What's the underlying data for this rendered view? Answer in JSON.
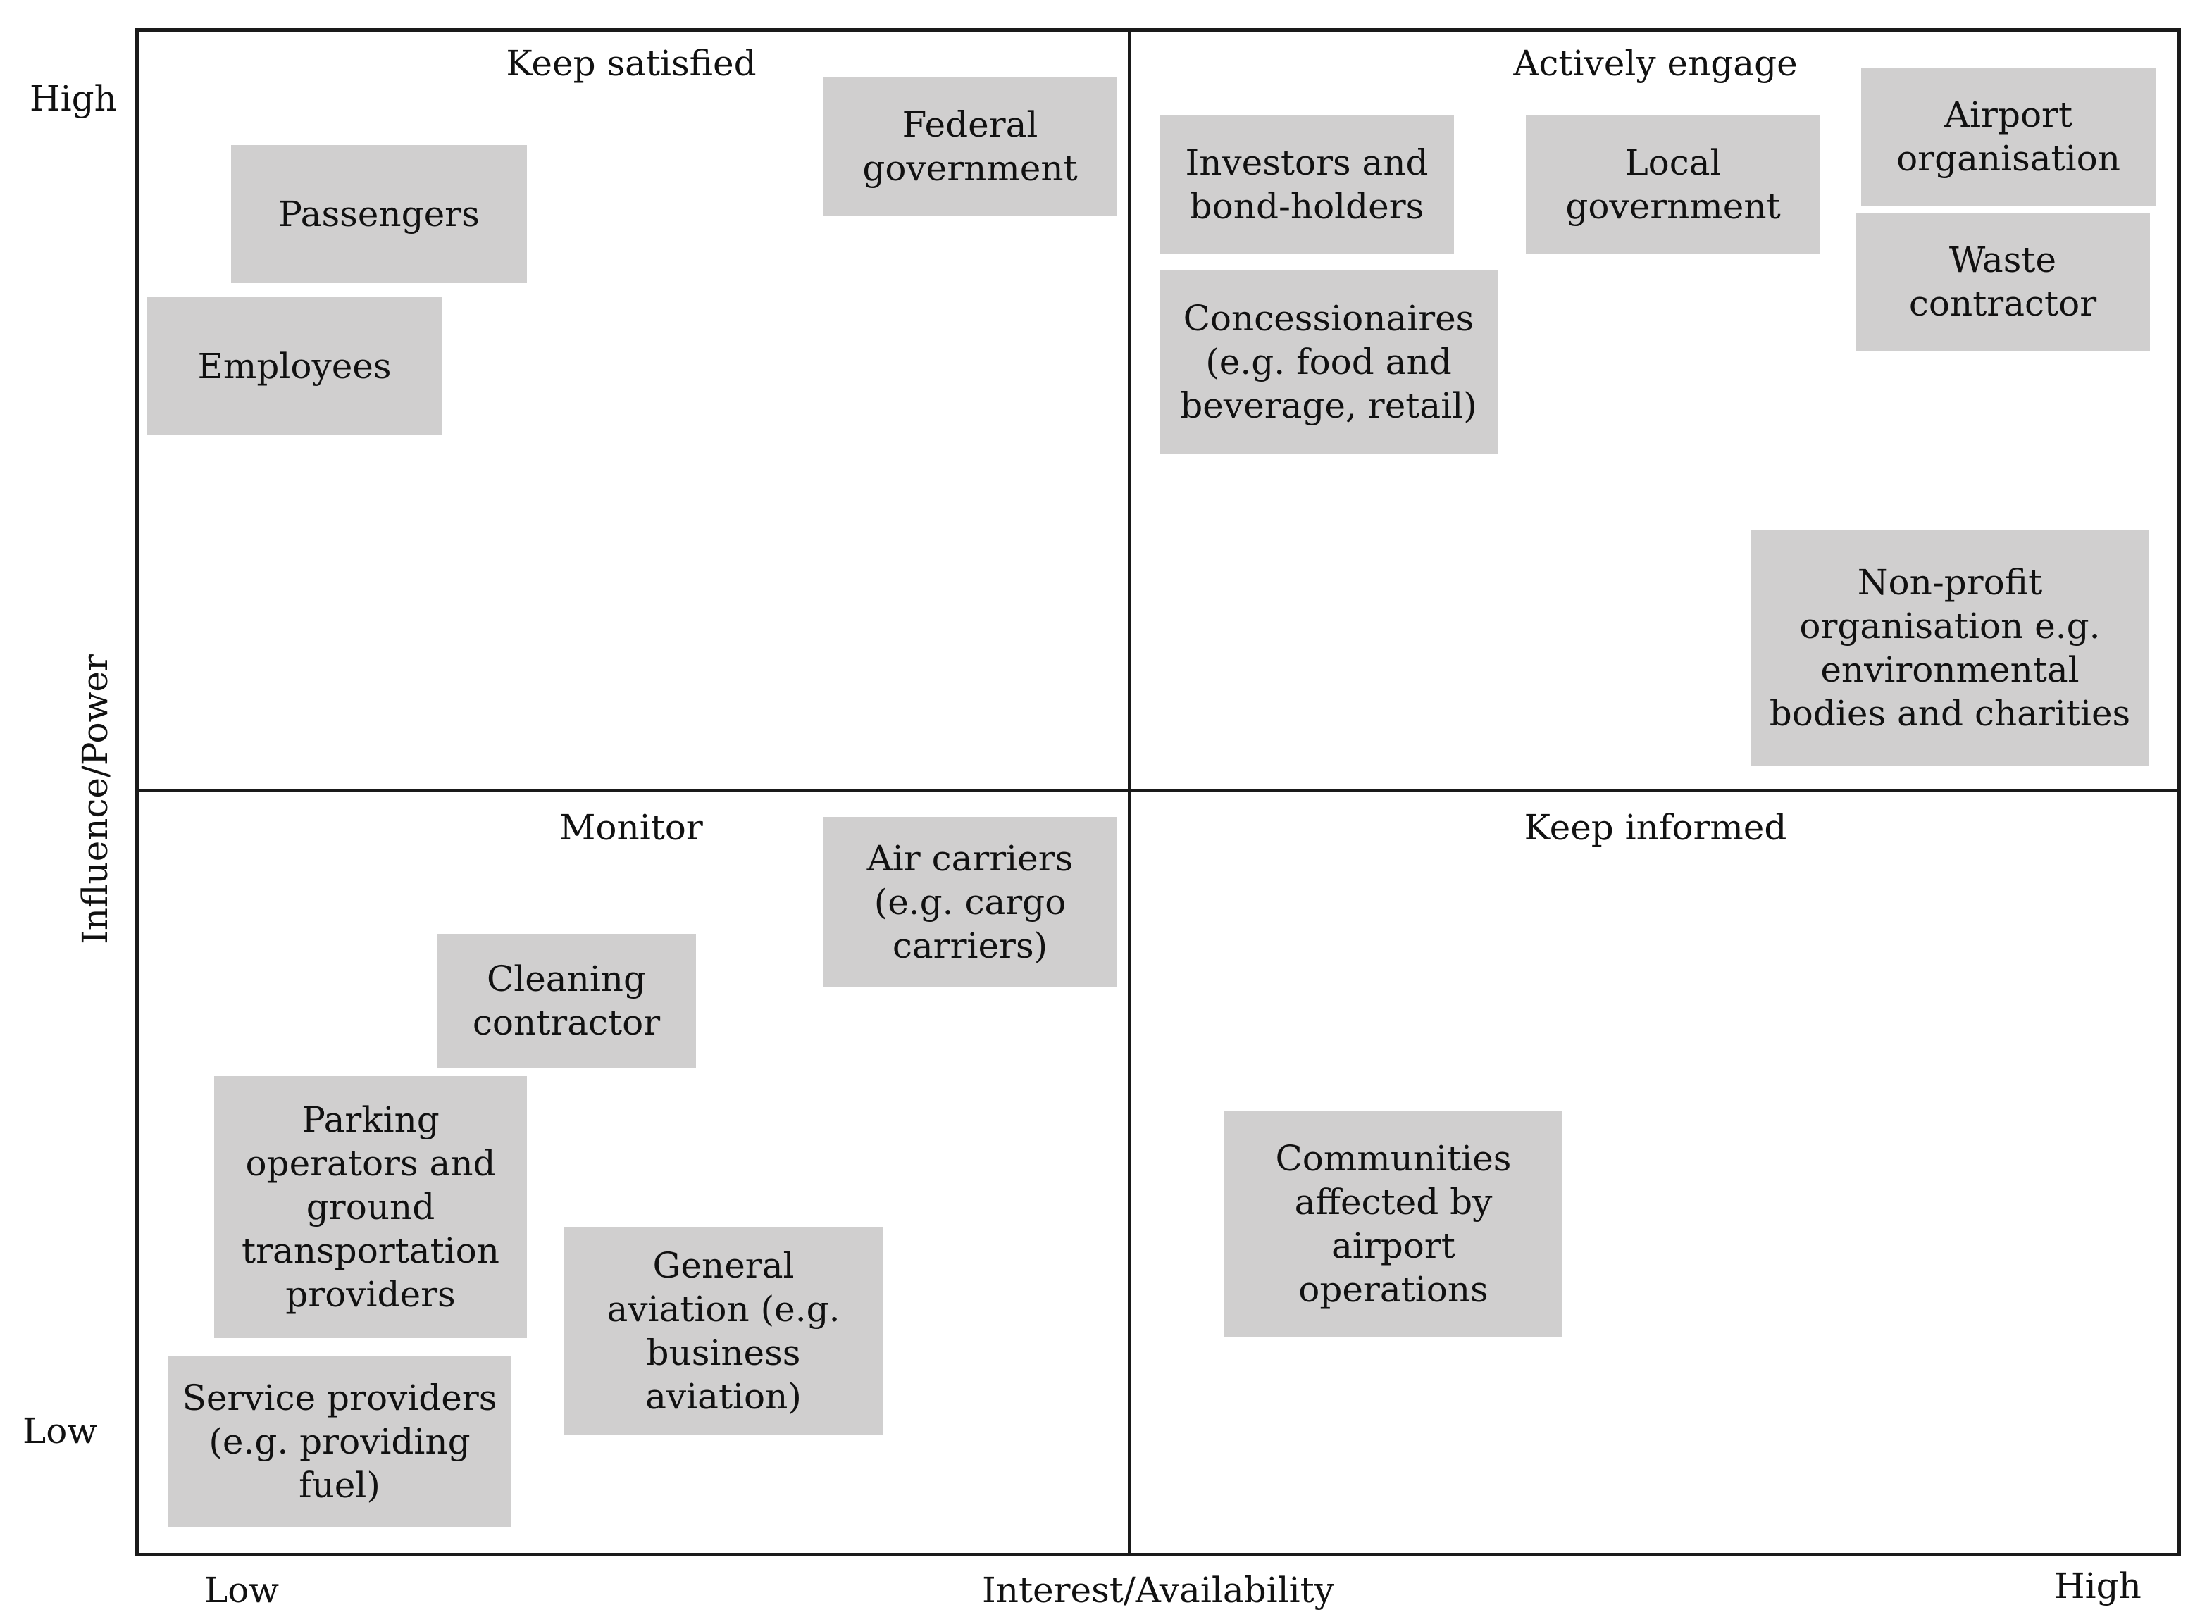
{
  "axes": {
    "y_label": "Influence/Power",
    "x_label": "Interest/Availability",
    "y_high": "High",
    "y_low": "Low",
    "x_low": "Low",
    "x_high": "High"
  },
  "quadrants": {
    "top_left": "Keep satisfied",
    "top_right": "Actively engage",
    "bottom_left": "Monitor",
    "bottom_right": "Keep informed"
  },
  "stakeholders": {
    "passengers": "Passengers",
    "employees": "Employees",
    "federal_government": "Federal\ngovernment",
    "investors": "Investors and\nbond-holders",
    "local_government": "Local\ngovernment",
    "airport_organisation": "Airport\norganisation",
    "waste_contractor": "Waste\ncontractor",
    "concessionaires": "Concessionaires\n(e.g. food and\nbeverage, retail)",
    "non_profit": "Non-profit\norganisation e.g.\nenvironmental\nbodies and charities",
    "air_carriers": "Air carriers\n(e.g. cargo\ncarriers)",
    "cleaning_contractor": "Cleaning\ncontractor",
    "parking_operators": "Parking\noperators and\nground\ntransportation\nproviders",
    "general_aviation": "General\naviation (e.g.\nbusiness\naviation)",
    "service_providers": "Service providers\n(e.g. providing\nfuel)",
    "communities": "Communities\naffected by\nairport\noperations"
  }
}
